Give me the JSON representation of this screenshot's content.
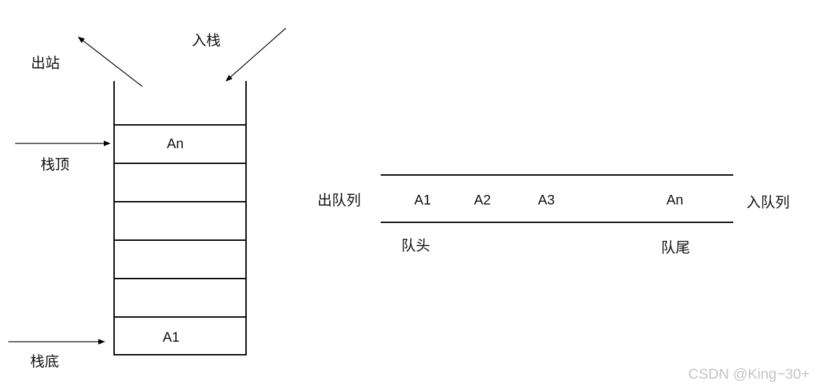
{
  "stack": {
    "pop_label": "出站",
    "push_label": "入栈",
    "top_label": "栈顶",
    "bottom_label": "栈底",
    "cells": [
      "An",
      "",
      "",
      "",
      "",
      "A1"
    ]
  },
  "queue": {
    "dequeue_label": "出队列",
    "enqueue_label": "入队列",
    "head_label": "队头",
    "tail_label": "队尾",
    "items": [
      "A1",
      "A2",
      "A3",
      "An"
    ]
  },
  "watermark": "CSDN @King~30+"
}
